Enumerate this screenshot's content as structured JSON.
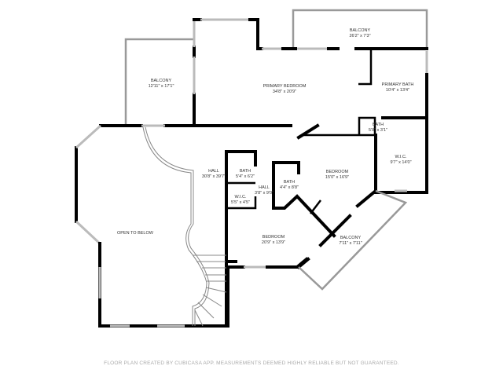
{
  "rooms": {
    "balcony_top": {
      "name": "BALCONY",
      "size": "26'2\" x 7'3\""
    },
    "balcony_left": {
      "name": "BALCONY",
      "size": "12'11\" x 17'1\""
    },
    "primary_bedroom": {
      "name": "PRIMARY BEDROOM",
      "size": "34'8\" x 20'9\""
    },
    "primary_bath": {
      "name": "PRIMARY BATH",
      "size": "10'4\" x 13'4\""
    },
    "bath_small": {
      "name": "BATH",
      "size": "5'8\" x 3'1\""
    },
    "wic_right": {
      "name": "W.I.C.",
      "size": "9'7\" x 14'0\""
    },
    "hall_main": {
      "name": "HALL",
      "size": "30'8\" x 39'7\""
    },
    "bath_a": {
      "name": "BATH",
      "size": "5'4\" x 6'2\""
    },
    "wic_left": {
      "name": "W.I.C.",
      "size": "5'5\" x 4'5\""
    },
    "hall_small": {
      "name": "HALL",
      "size": "3'8\" x 9'0\""
    },
    "bath_b": {
      "name": "BATH",
      "size": "4'4\" x 8'8\""
    },
    "bedroom_a": {
      "name": "BEDROOM",
      "size": "15'0\" x 16'9\""
    },
    "bedroom_b": {
      "name": "BEDROOM",
      "size": "20'9\" x 13'9\""
    },
    "balcony_small": {
      "name": "BALCONY",
      "size": "7'11\" x 7'11\""
    },
    "open_to_below": {
      "name": "OPEN TO BELOW"
    }
  },
  "footer": "FLOOR PLAN CREATED BY CUBICASA APP. MEASUREMENTS DEEMED HIGHLY RELIABLE BUT NOT GUARANTEED."
}
